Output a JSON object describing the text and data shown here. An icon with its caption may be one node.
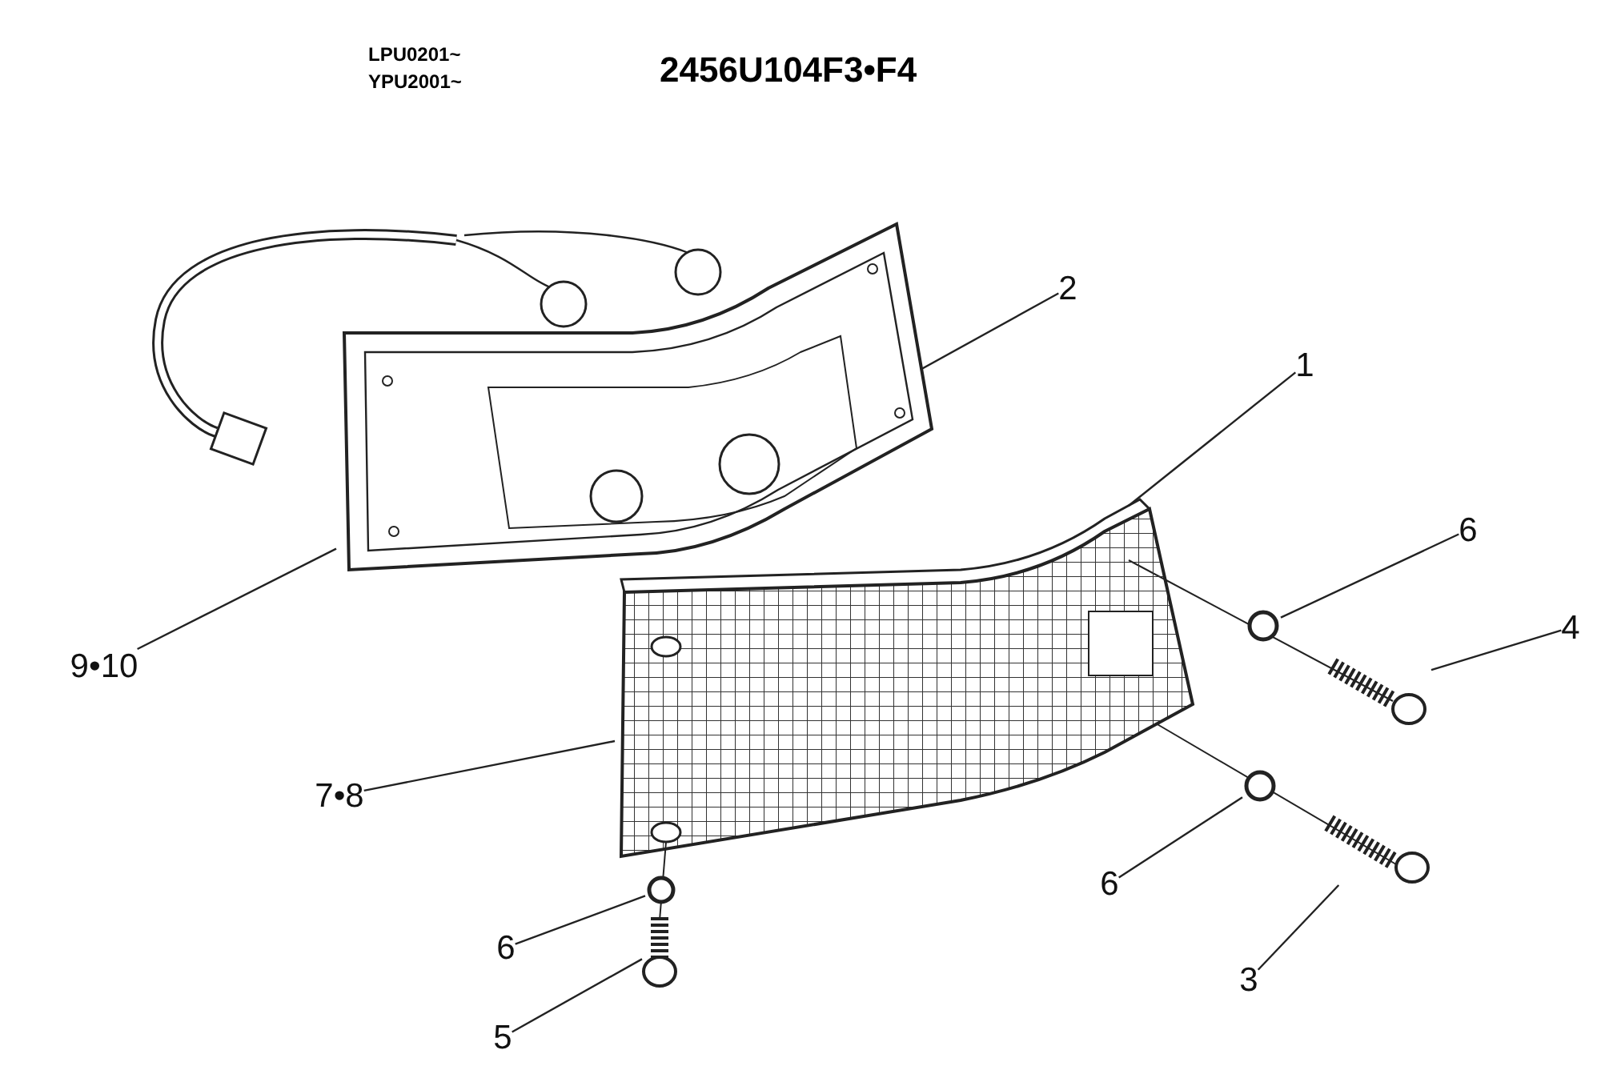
{
  "diagram": {
    "title": "2456U104F3•F4",
    "labels": [
      "LPU0201~",
      "YPU2001~"
    ],
    "nodes": [
      {
        "text": [
          "2"
        ]
      },
      {
        "text": [
          "1"
        ]
      },
      {
        "text": [
          "6"
        ]
      },
      {
        "text": [
          "4"
        ]
      },
      {
        "text": [
          "9•10"
        ]
      },
      {
        "text": [
          "7•8"
        ]
      },
      {
        "text": [
          "6"
        ]
      },
      {
        "text": [
          "3"
        ]
      },
      {
        "text": [
          "6"
        ]
      },
      {
        "text": [
          "5"
        ]
      },
      {
        "text": [],
        "shape": "picture"
      },
      {
        "text": [],
        "shape": "circle",
        "in": 10
      },
      {
        "text": [],
        "shape": "picture"
      },
      {
        "text": [],
        "shape": "circle"
      },
      {
        "text": [],
        "shape": "picture"
      },
      {
        "text": [],
        "shape": "circle"
      },
      {
        "text": [],
        "shape": "picture"
      },
      {
        "text": [],
        "shape": "circle"
      },
      {
        "text": [],
        "shape": "picture"
      }
    ],
    "edges": [
      {
        "from": 0,
        "to": 11,
        "arrow": "none"
      },
      {
        "from": 1,
        "to": 12,
        "arrow": "none"
      },
      {
        "from": 2,
        "to": 13,
        "arrow": "none"
      },
      {
        "from": 3,
        "to": 14,
        "arrow": "none"
      },
      {
        "from": 4,
        "to": 10,
        "arrow": "none"
      },
      {
        "from": 5,
        "to": 12,
        "arrow": "none"
      },
      {
        "from": 6,
        "to": 15,
        "arrow": "none"
      },
      {
        "from": 7,
        "to": 16,
        "arrow": "none"
      },
      {
        "from": 8,
        "to": 17,
        "arrow": "none"
      },
      {
        "from": 9,
        "to": 18,
        "arrow": "none"
      }
    ]
  }
}
